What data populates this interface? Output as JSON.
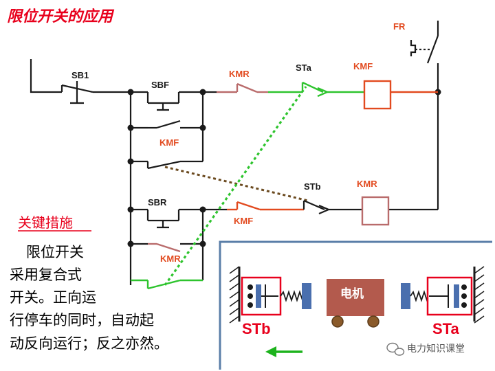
{
  "title": "限位开关的应用",
  "labels": {
    "sb1": "SB1",
    "sbf": "SBF",
    "sbr": "SBR",
    "kmr_top": "KMR",
    "sta": "STa",
    "kmf_coil_label": "KMF",
    "fr": "FR",
    "kmf_hold": "KMF",
    "stb": "STb",
    "kmr_coil_label": "KMR",
    "kmf_interlock": "KMF",
    "kmr_hold": "KMR"
  },
  "key_measures": {
    "heading": "关键措施",
    "lines": [
      "限位开关",
      "采用复合式",
      "开关。正向运",
      "行停车的同时，自动起",
      "动反向运行；反之亦然。"
    ]
  },
  "mechanism": {
    "motor_label": "电机",
    "left_switch": "STb",
    "right_switch": "STa",
    "direction": "left"
  },
  "watermark": "电力知识课堂",
  "colors": {
    "title_red": "#e8001c",
    "wire_black": "#1a1a1a",
    "wire_green": "#2ec42e",
    "kmr_contact": "#b96b6b",
    "kmf_red": "#e24a1f",
    "link_brown": "#6b4a1f",
    "panel_border": "#5a7ea8",
    "motor_brown": "#b35a4d",
    "spring_blue": "#4a6fae",
    "arrow_green": "#1db31d"
  },
  "icons": [
    "wechat-icon",
    "arrow-left-icon",
    "coil-icon",
    "spring-icon",
    "wheel-icon"
  ]
}
